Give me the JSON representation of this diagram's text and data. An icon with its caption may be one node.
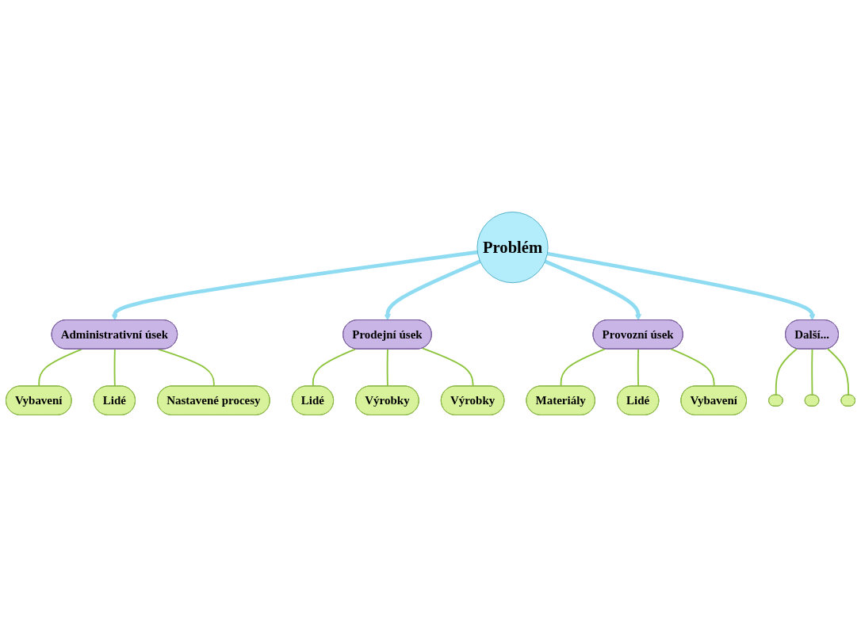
{
  "diagram": {
    "nodes": [
      {
        "text": [
          "Problém"
        ]
      },
      {
        "text": [
          "Administrativní úsek"
        ]
      },
      {
        "text": [
          "Vybavení"
        ]
      },
      {
        "text": [
          "Lidé"
        ]
      },
      {
        "text": [
          "Nastavené procesy"
        ]
      },
      {
        "text": [
          "Prodejní úsek"
        ]
      },
      {
        "text": [
          "Lidé"
        ]
      },
      {
        "text": [
          "Výrobky"
        ]
      },
      {
        "text": [
          "Výrobky"
        ]
      },
      {
        "text": [
          "Provozní úsek"
        ]
      },
      {
        "text": [
          "Materiály"
        ]
      },
      {
        "text": [
          "Lidé"
        ]
      },
      {
        "text": [
          "Vybavení"
        ]
      },
      {
        "text": [
          "Další..."
        ]
      },
      {
        "text": [],
        "shape": "ellipse"
      },
      {
        "text": [],
        "shape": "ellipse"
      },
      {
        "text": [],
        "shape": "ellipse"
      }
    ],
    "edges": [
      {
        "from": 0,
        "to": 1,
        "arrow": "to",
        "style": "thick",
        "color": "#8fdcf2"
      },
      {
        "from": 0,
        "to": 5,
        "arrow": "to",
        "style": "thick",
        "color": "#8fdcf2"
      },
      {
        "from": 0,
        "to": 9,
        "arrow": "to",
        "style": "thick",
        "color": "#8fdcf2"
      },
      {
        "from": 0,
        "to": 13,
        "arrow": "to",
        "style": "thick",
        "color": "#8fdcf2"
      },
      {
        "from": 1,
        "to": 2,
        "arrow": "none"
      },
      {
        "from": 1,
        "to": 3,
        "arrow": "none"
      },
      {
        "from": 1,
        "to": 4,
        "arrow": "none"
      },
      {
        "from": 5,
        "to": 6,
        "arrow": "none"
      },
      {
        "from": 5,
        "to": 7,
        "arrow": "none"
      },
      {
        "from": 5,
        "to": 8,
        "arrow": "none"
      },
      {
        "from": 9,
        "to": 10,
        "arrow": "none"
      },
      {
        "from": 9,
        "to": 11,
        "arrow": "none"
      },
      {
        "from": 9,
        "to": 12,
        "arrow": "none"
      },
      {
        "from": 13,
        "to": 14,
        "arrow": "none"
      },
      {
        "from": 13,
        "to": 15,
        "arrow": "none"
      },
      {
        "from": 13,
        "to": 16,
        "arrow": "none"
      }
    ]
  }
}
